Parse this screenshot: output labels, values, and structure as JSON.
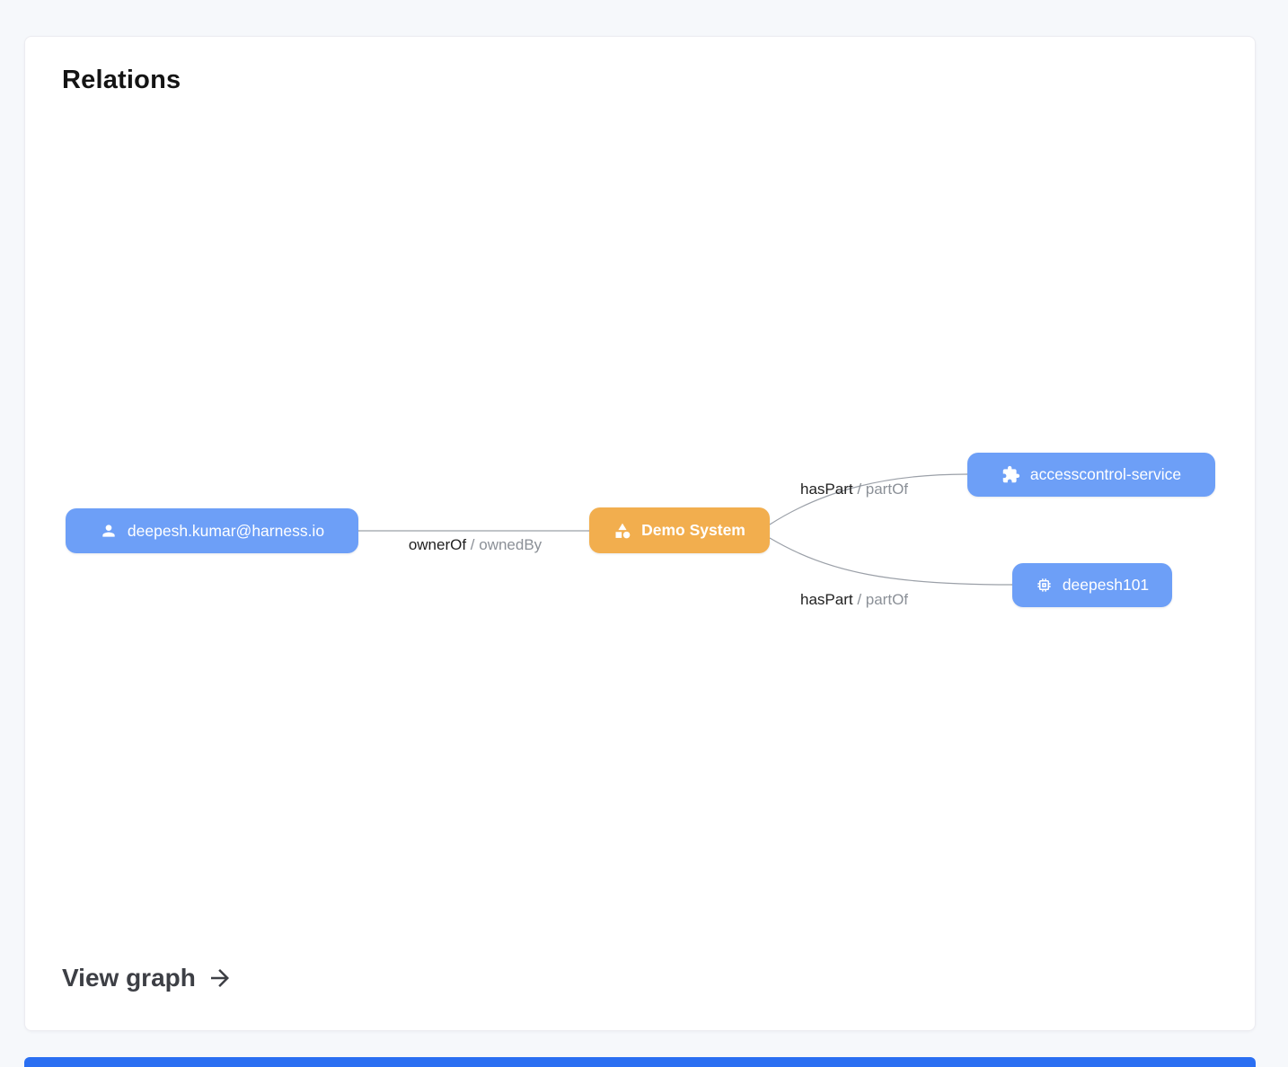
{
  "card": {
    "title": "Relations",
    "footer": {
      "view_graph_label": "View graph",
      "view_graph_icon": "arrow-right-icon"
    }
  },
  "graph": {
    "nodes": [
      {
        "id": "user",
        "label": "deepesh.kumar@harness.io",
        "icon": "person-icon",
        "color": "#6d9ff7",
        "text_color": "#ffffff"
      },
      {
        "id": "system",
        "label": "Demo System",
        "icon": "system-category-icon",
        "color": "#f2ae4e",
        "text_color": "#ffffff"
      },
      {
        "id": "service",
        "label": "accesscontrol-service",
        "icon": "puzzle-icon",
        "color": "#6d9ff7",
        "text_color": "#ffffff"
      },
      {
        "id": "resource",
        "label": "deepesh101",
        "icon": "chip-icon",
        "color": "#6d9ff7",
        "text_color": "#ffffff"
      }
    ],
    "edges": [
      {
        "from": "user",
        "to": "system",
        "primary": "ownerOf",
        "secondary": "/ ownedBy"
      },
      {
        "from": "system",
        "to": "service",
        "primary": "hasPart",
        "secondary": "/ partOf"
      },
      {
        "from": "system",
        "to": "resource",
        "primary": "hasPart",
        "secondary": "/ partOf"
      }
    ]
  }
}
